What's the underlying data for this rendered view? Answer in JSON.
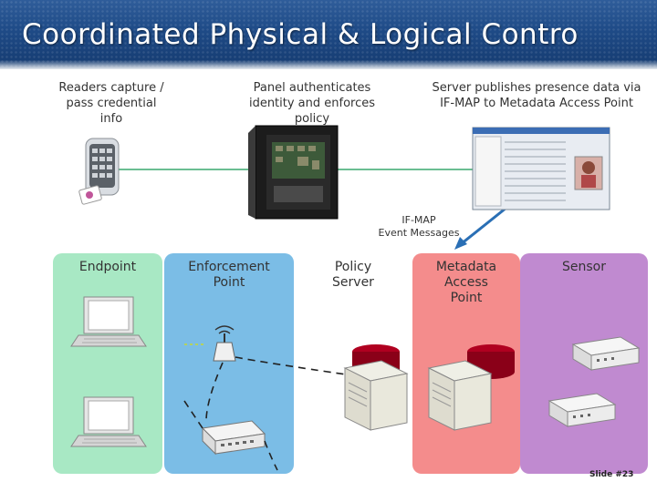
{
  "slide": {
    "title": "Coordinated Physical & Logical Contro",
    "slide_number": "Slide #23"
  },
  "captions": {
    "readers": "Readers capture /\npass credential\ninfo",
    "panel": "Panel authenticates\nidentity and enforces\npolicy",
    "server": "Server publishes presence data via\nIF-MAP to Metadata Access Point",
    "ifmap": "IF-MAP\nEvent Messages"
  },
  "columns": [
    {
      "label": "Endpoint",
      "color": "#a8e8c4"
    },
    {
      "label": "Enforcement\nPoint",
      "color": "#7bbde6"
    },
    {
      "label": "Policy\nServer",
      "color": "#ffffff"
    },
    {
      "label": "Metadata\nAccess\nPoint",
      "color": "#f48c8c"
    },
    {
      "label": "Sensor",
      "color": "#c08ad0"
    }
  ],
  "icons": [
    "card-reader-icon",
    "access-panel-icon",
    "software-window-icon",
    "laptop-icon",
    "wireless-access-point-icon",
    "network-switch-icon",
    "server-icon",
    "database-icon",
    "sensor-appliance-icon"
  ]
}
